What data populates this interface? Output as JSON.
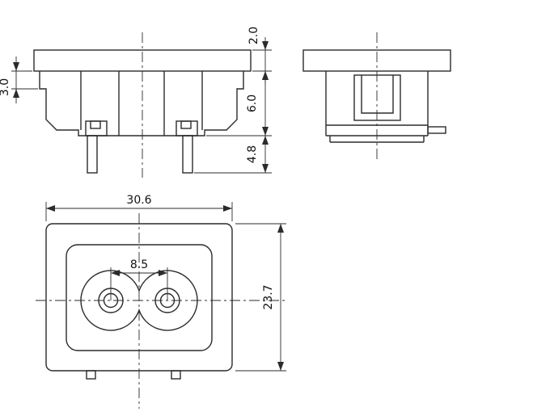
{
  "drawing": {
    "background": "#ffffff",
    "line_color": "#2b2b2b",
    "text_color": "#111111",
    "views": {
      "side_view": {
        "dims": {
          "flange_thickness": "2.0",
          "lip_height": "3.0",
          "body_height": "6.0",
          "pin_length": "4.8"
        }
      },
      "front_view": {
        "dims": {
          "overall_width": "30.6",
          "pin_pitch": "8.5",
          "overall_height": "23.7"
        }
      }
    }
  }
}
